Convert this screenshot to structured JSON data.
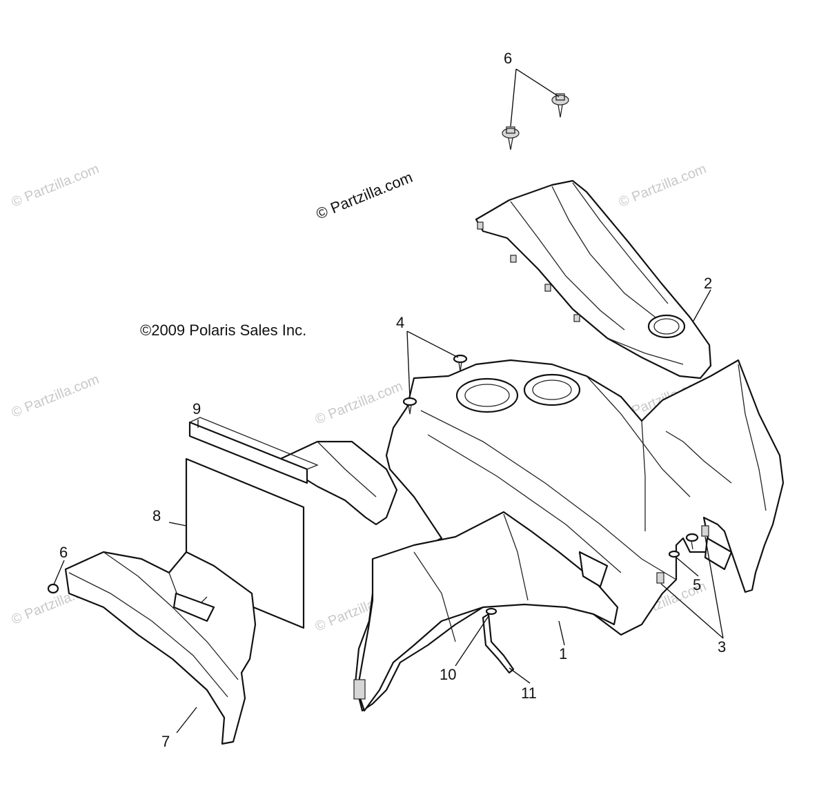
{
  "diagram": {
    "copyright": "©2009 Polaris Sales Inc.",
    "site_watermark": "© Partzilla.com",
    "faint_watermark": "© Partzilla.com",
    "callouts": [
      {
        "id": "callout-1",
        "label": "1"
      },
      {
        "id": "callout-2",
        "label": "2"
      },
      {
        "id": "callout-3",
        "label": "3"
      },
      {
        "id": "callout-4",
        "label": "4"
      },
      {
        "id": "callout-5",
        "label": "5"
      },
      {
        "id": "callout-6-top",
        "label": "6"
      },
      {
        "id": "callout-6-left",
        "label": "6"
      },
      {
        "id": "callout-7",
        "label": "7"
      },
      {
        "id": "callout-8",
        "label": "8"
      },
      {
        "id": "callout-9",
        "label": "9"
      },
      {
        "id": "callout-10",
        "label": "10"
      },
      {
        "id": "callout-11",
        "label": "11"
      }
    ]
  }
}
